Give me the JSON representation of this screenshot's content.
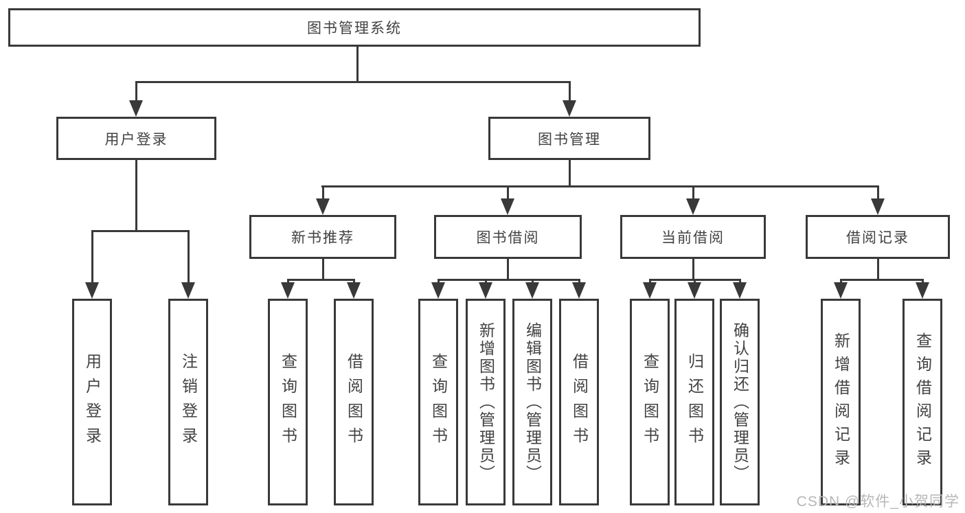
{
  "diagram": {
    "title": "图书管理系统",
    "level2": {
      "user_login": "用户登录",
      "book_mgmt": "图书管理"
    },
    "level3": {
      "new_book": "新书推荐",
      "book_borrow": "图书借阅",
      "current_borrow": "当前借阅",
      "borrow_record": "借阅记录"
    },
    "leaves": {
      "ul_login": "用户登录",
      "ul_logout": "注销登录",
      "nb_query": "查询图书",
      "nb_borrow": "借阅图书",
      "bb_query": "查询图书",
      "bb_add": "新增图书（管理员）",
      "bb_edit": "编辑图书（管理员）",
      "bb_borrow": "借阅图书",
      "cb_query": "查询图书",
      "cb_return": "归还图书",
      "cb_confirm": "确认归还（管理员）",
      "br_add": "新增借阅记录",
      "br_query": "查询借阅记录"
    }
  },
  "watermark": "CSDN @软件_小贺同学",
  "colors": {
    "line": "#393939",
    "text": "#424242",
    "watermark": "#b7b7b7"
  }
}
